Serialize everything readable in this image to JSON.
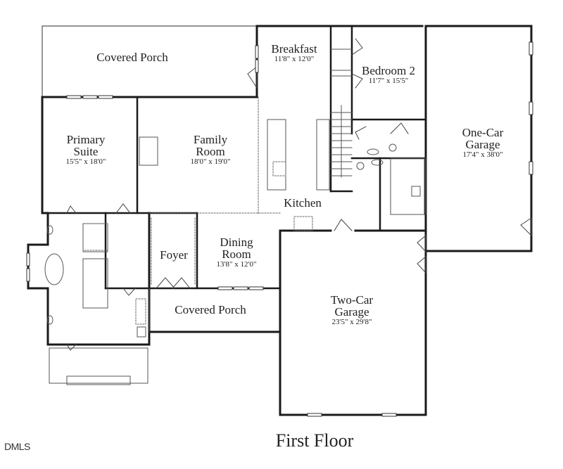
{
  "floor_title": "First Floor",
  "watermark": "DMLS",
  "colors": {
    "wall": "#1a1a1a",
    "thin_line": "#555555",
    "dashed": "#666666",
    "background": "#ffffff"
  },
  "rooms": [
    {
      "id": "covered-porch-rear",
      "name": "Covered Porch",
      "dimensions": ""
    },
    {
      "id": "breakfast",
      "name": "Breakfast",
      "dimensions": "11'8\" x 12'0\""
    },
    {
      "id": "bedroom-2",
      "name": "Bedroom 2",
      "dimensions": "11'7\" x 15'5\""
    },
    {
      "id": "primary-suite",
      "name_line1": "Primary",
      "name_line2": "Suite",
      "dimensions": "15'5\" x 18'0\""
    },
    {
      "id": "family-room",
      "name_line1": "Family",
      "name_line2": "Room",
      "dimensions": "18'0\" x 19'0\""
    },
    {
      "id": "one-car-garage",
      "name_line1": "One-Car",
      "name_line2": "Garage",
      "dimensions": "17'4\" x 38'0\""
    },
    {
      "id": "kitchen",
      "name": "Kitchen",
      "dimensions": ""
    },
    {
      "id": "foyer",
      "name": "Foyer",
      "dimensions": ""
    },
    {
      "id": "dining-room",
      "name_line1": "Dining",
      "name_line2": "Room",
      "dimensions": "13'8\" x 12'0\""
    },
    {
      "id": "covered-porch-front",
      "name": "Covered Porch",
      "dimensions": ""
    },
    {
      "id": "two-car-garage",
      "name_line1": "Two-Car",
      "name_line2": "Garage",
      "dimensions": "23'5\" x 29'8\""
    }
  ]
}
